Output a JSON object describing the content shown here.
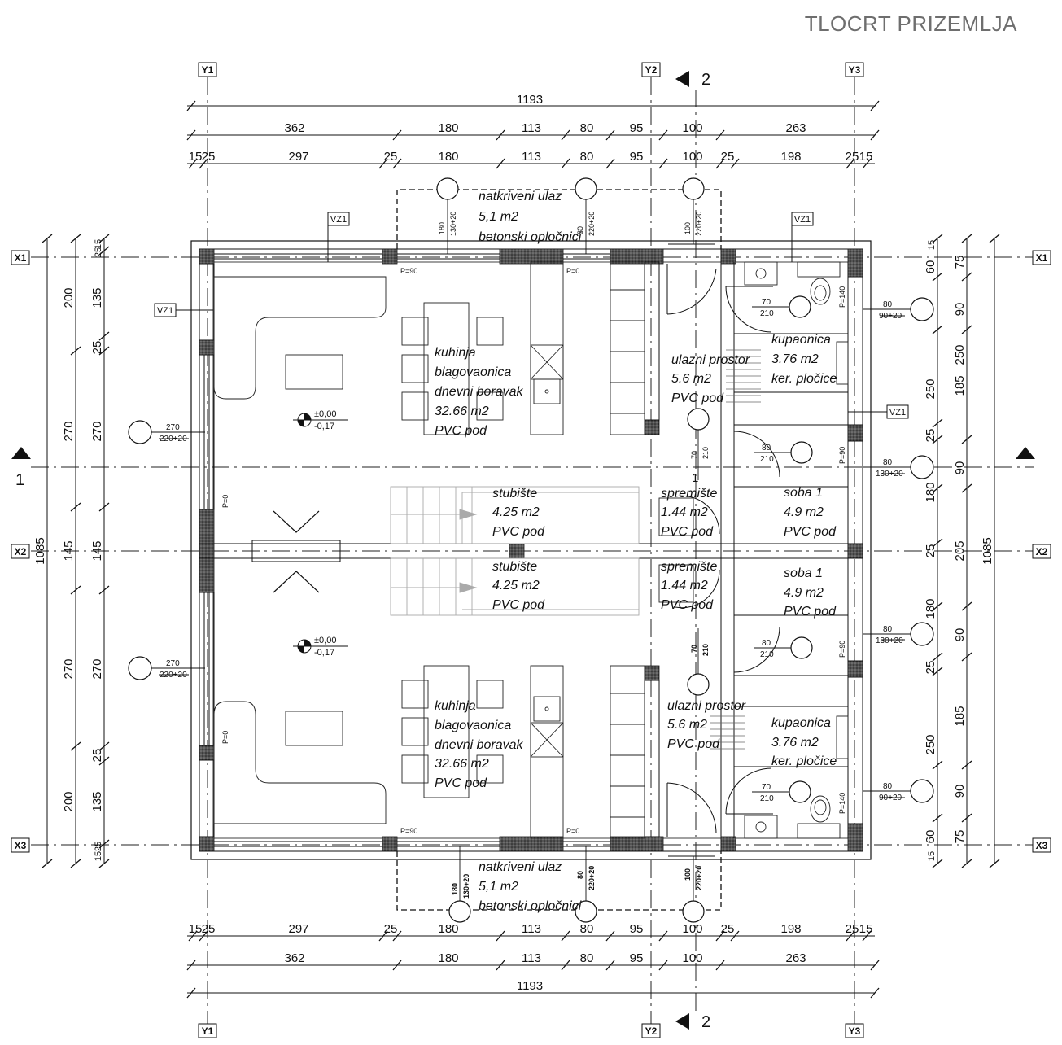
{
  "title": "TLOCRT PRIZEMLJA",
  "axes": {
    "y": [
      "Y1",
      "Y2",
      "Y3"
    ],
    "x": [
      "X1",
      "X2",
      "X3"
    ]
  },
  "section_marks": [
    "1",
    "2"
  ],
  "dims_top": {
    "total": "1193",
    "row2": [
      "362",
      "180",
      "113",
      "80",
      "95",
      "100",
      "263"
    ],
    "row3": [
      "15",
      "25",
      "297",
      "25",
      "180",
      "113",
      "80",
      "95",
      "100",
      "25",
      "198",
      "25",
      "15"
    ]
  },
  "dims_side": {
    "total": "1085",
    "left_outer": [
      "200",
      "270",
      "145",
      "270",
      "200"
    ],
    "left_inner": [
      "15",
      "25",
      "135",
      "25",
      "270",
      "145",
      "270",
      "25",
      "135",
      "15",
      "25"
    ],
    "right_inner": [
      "15",
      "60",
      "75",
      "90",
      "250",
      "185",
      "25",
      "90",
      "180",
      "25",
      "205",
      "180",
      "90",
      "25",
      "185",
      "250",
      "90",
      "75",
      "60",
      "15"
    ]
  },
  "tags": {
    "vz1": "VZ1"
  },
  "rooms": {
    "porch": {
      "name": "natkriveni ulaz",
      "area": "5,1 m2",
      "floor": "betonski opločnici"
    },
    "living": {
      "name1": "kuhinja",
      "name2": "blagovaonica",
      "name3": "dnevni boravak",
      "area": "32.66 m2",
      "floor": "PVC pod"
    },
    "entry": {
      "name": "ulazni prostor",
      "area": "5.6 m2",
      "floor": "PVC pod"
    },
    "bath": {
      "name": "kupaonica",
      "area": "3.76 m2",
      "floor": "ker. pločice"
    },
    "room": {
      "name": "soba 1",
      "area": "4.9 m2",
      "floor": "PVC pod"
    },
    "stairs": {
      "name": "stubište",
      "area": "4.25 m2",
      "floor": "PVC pod"
    },
    "storage": {
      "name": "spremište",
      "area": "1.44 m2",
      "floor": "PVC pod"
    }
  },
  "level": {
    "plus": "±0,00",
    "minus": "-0,17"
  },
  "openings": {
    "win_270": {
      "w": "270",
      "h": "220+20"
    },
    "win_180": {
      "w": "180",
      "h": "130+20"
    },
    "win_80_220": {
      "w": "80",
      "h": "220+20"
    },
    "win_100": {
      "w": "100",
      "h": "220+20"
    },
    "win_80_90": {
      "w": "80",
      "h": "90+20"
    },
    "win_80_130": {
      "w": "80",
      "h": "130+20"
    },
    "door_70": {
      "w": "70",
      "h": "210"
    },
    "door_80": {
      "w": "80",
      "h": "210"
    },
    "p90": "P=90",
    "p0": "P=0",
    "p140": "P=140"
  }
}
